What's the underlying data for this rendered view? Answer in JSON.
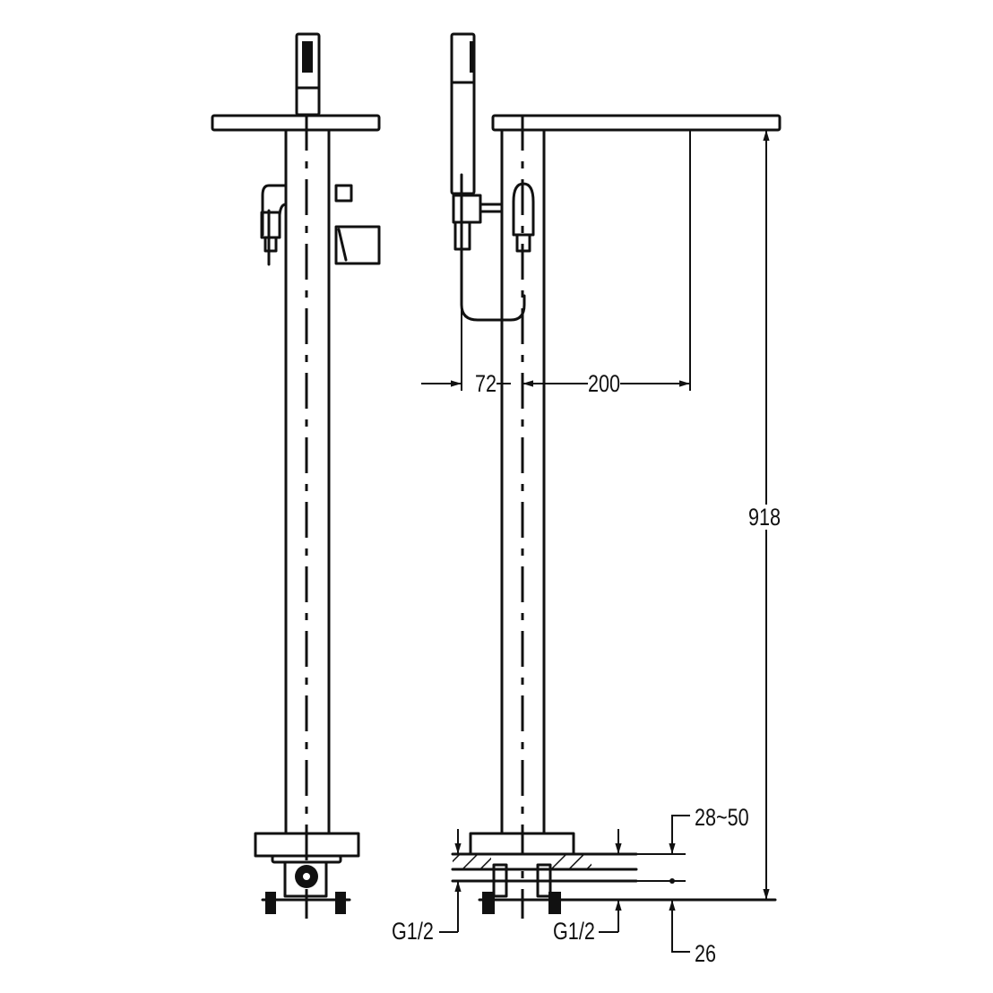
{
  "dimensions": {
    "hose_offset": "72",
    "spout_reach": "200",
    "total_height": "918",
    "floor_range": "28~50",
    "connection_left": "G1/2",
    "connection_right": "G1/2",
    "base_height": "26"
  }
}
